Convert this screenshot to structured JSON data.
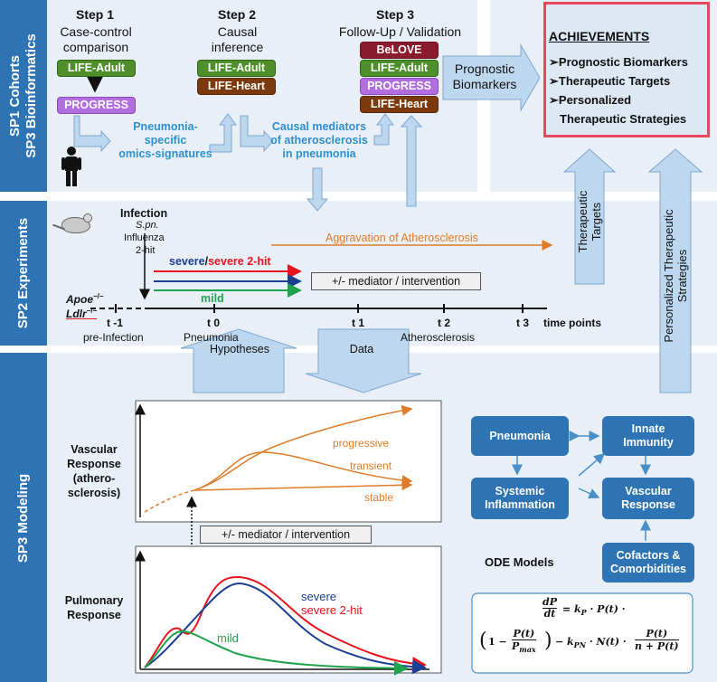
{
  "sidebars": {
    "sp1": [
      "SP1 Cohorts",
      "SP3 Bioinformatics"
    ],
    "sp2": "SP2 Experiments",
    "sp3": "SP3 Modeling"
  },
  "steps": [
    {
      "title": "Step 1",
      "sub": [
        "Case-control",
        "comparison"
      ]
    },
    {
      "title": "Step 2",
      "sub": [
        "Causal",
        "inference"
      ]
    },
    {
      "title": "Step 3",
      "sub": [
        "Follow-Up / Validation"
      ]
    }
  ],
  "cohorts": {
    "life_adult": "LIFE-Adult",
    "progress": "PROGRESS",
    "life_heart": "LIFE-Heart",
    "belove": "BeLOVE"
  },
  "signatures": [
    "Pneumonia-",
    "specific",
    "omics-signatures"
  ],
  "mediators": [
    "Causal mediators",
    "of atherosclerosis",
    "in pneumonia"
  ],
  "prognostic": [
    "Prognostic",
    "Biomarkers"
  ],
  "achievements": {
    "title": "ACHIEVEMENTS",
    "items": [
      "Prognostic Biomarkers",
      "Therapeutic Targets",
      "Personalized",
      "Therapeutic Strategies"
    ]
  },
  "vertical_arrows": {
    "targets": [
      "Therapeutic",
      "Targets"
    ],
    "strategies": [
      "Personalized Therapeutic",
      "Strategies"
    ]
  },
  "experiment": {
    "infection": "Infection",
    "spn": "S.pn.",
    "influenza": "Influenza",
    "two_hit": "2-hit",
    "aggravation": "Aggravation of Atherosclerosis",
    "severe": "severe",
    "slash": "/",
    "severe2hit": "severe 2-hit",
    "mild": "mild",
    "mediator_box": "+/- mediator / intervention",
    "apoe": "Apoe",
    "ldlr": "Ldlr",
    "ko_sup": "−/−",
    "timepoints": [
      "t -1",
      "t 0",
      "t 1",
      "t 2",
      "t 3"
    ],
    "timepoints_label": "time points",
    "phase_labels": [
      "pre-Infection",
      "Pneumonia",
      "Atherosclerosis"
    ]
  },
  "exchange": {
    "hypotheses": "Hypotheses",
    "data": "Data"
  },
  "vascular_chart": {
    "ylabel": [
      "Vascular",
      "Response",
      "(athero-",
      "sclerosis)"
    ],
    "series": [
      "progressive",
      "transient",
      "stable"
    ]
  },
  "mediator_box2": "+/- mediator / intervention",
  "pulmonary_chart": {
    "ylabel": [
      "Pulmonary",
      "Response"
    ],
    "series": [
      "severe",
      "severe 2-hit",
      "mild"
    ]
  },
  "ode": {
    "nodes": {
      "pneumonia": "Pneumonia",
      "innate": [
        "Innate",
        "Immunity"
      ],
      "systemic": [
        "Systemic",
        "Inflammation"
      ],
      "vascular": [
        "Vascular",
        "Response"
      ],
      "cofactors": [
        "Cofactors &",
        "Comorbidities"
      ]
    },
    "label": "ODE Models"
  },
  "colors": {
    "sidebar": "#2e74b5",
    "band": "#e9eff7",
    "arrow_fill": "#bdd7ee",
    "arrow_stroke": "#7fa7d0",
    "orange": "#e07b28",
    "red": "#e8141b",
    "navy": "#1b3f93",
    "green": "#1ea34a",
    "achievement_border": "#e8495a"
  }
}
